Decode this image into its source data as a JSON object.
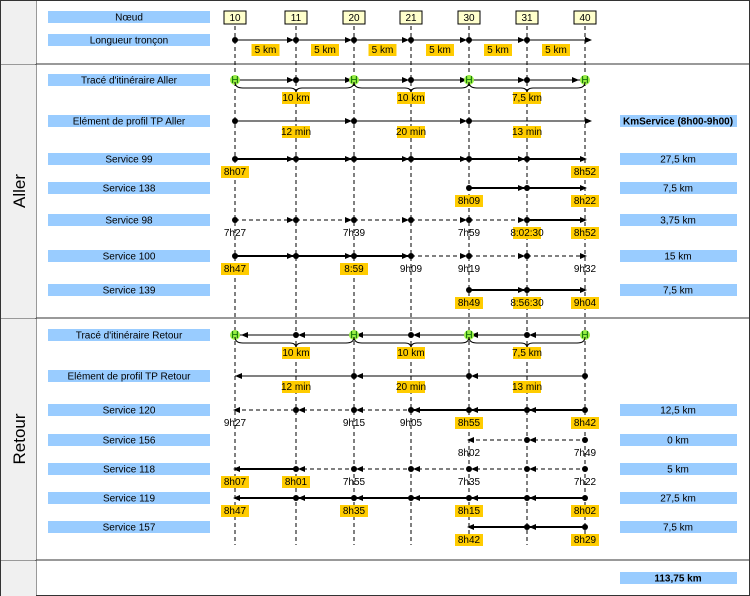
{
  "colors": {
    "label_bg": "#99ccff",
    "highlight": "#ffcc00",
    "node_bg": "#ffffcc",
    "halt": "#99ee44"
  },
  "sections": {
    "aller": "Aller",
    "retour": "Retour"
  },
  "nodes": [
    "10",
    "11",
    "20",
    "21",
    "30",
    "31",
    "40"
  ],
  "rows": {
    "noeud": "Nœud",
    "longueur": "Longueur tronçon",
    "trace_aller": "Tracé d'itinéraire Aller",
    "profil_aller": "Elément de profil TP Aller",
    "trace_retour": "Tracé d'itinéraire Retour",
    "profil_retour": "Elément de profil TP Retour"
  },
  "segment_lengths": [
    "5 km",
    "5 km",
    "5 km",
    "5 km",
    "5 km",
    "5 km"
  ],
  "halt_marker": "H",
  "trace_lengths": [
    "10 km",
    "10 km",
    "7,5 km"
  ],
  "profile_times": [
    "12 min",
    "20 min",
    "13 min"
  ],
  "km_header": "KmService (8h00-9h00)",
  "total_km": "113,75 km",
  "services_aller": [
    {
      "name": "Service 99",
      "km": "27,5 km",
      "from": 0,
      "to": 6,
      "dashed": [],
      "times": [
        [
          0,
          "8h07",
          1
        ],
        [
          6,
          "8h52",
          1
        ]
      ]
    },
    {
      "name": "Service 138",
      "km": "7,5 km",
      "from": 4,
      "to": 6,
      "dashed": [],
      "times": [
        [
          4,
          "8h09",
          1
        ],
        [
          6,
          "8h22",
          1
        ]
      ]
    },
    {
      "name": "Service 98",
      "km": "3,75 km",
      "from": 0,
      "to": 6,
      "dashed": [
        0,
        1,
        2,
        3,
        4
      ],
      "times": [
        [
          0,
          "7h27",
          0
        ],
        [
          2,
          "7h39",
          0
        ],
        [
          4,
          "7h59",
          0
        ],
        [
          5,
          "8:02:30",
          1
        ],
        [
          6,
          "8h52",
          1
        ]
      ]
    },
    {
      "name": "Service 100",
      "km": "15 km",
      "from": 0,
      "to": 6,
      "dashed": [
        3,
        4,
        5
      ],
      "times": [
        [
          0,
          "8h47",
          1
        ],
        [
          2,
          "8:59",
          1
        ],
        [
          3,
          "9h09",
          0
        ],
        [
          4,
          "9h19",
          0
        ],
        [
          6,
          "9h32",
          0
        ]
      ]
    },
    {
      "name": "Service 139",
      "km": "7,5 km",
      "from": 4,
      "to": 6,
      "dashed": [],
      "times": [
        [
          4,
          "8h49",
          1
        ],
        [
          5,
          "8:56:30",
          1
        ],
        [
          6,
          "9h04",
          1
        ]
      ]
    }
  ],
  "services_retour": [
    {
      "name": "Service 120",
      "km": "12,5 km",
      "from": 0,
      "to": 6,
      "dashed": [
        0,
        1,
        2
      ],
      "times": [
        [
          0,
          "9h27",
          0
        ],
        [
          2,
          "9h15",
          0
        ],
        [
          3,
          "9h05",
          0
        ],
        [
          4,
          "8h55",
          1
        ],
        [
          6,
          "8h42",
          1
        ]
      ]
    },
    {
      "name": "Service 156",
      "km": "0 km",
      "from": 4,
      "to": 6,
      "dashed": [
        4,
        5
      ],
      "times": [
        [
          4,
          "8h02",
          0
        ],
        [
          6,
          "7h49",
          0
        ]
      ]
    },
    {
      "name": "Service 118",
      "km": "5 km",
      "from": 0,
      "to": 6,
      "dashed": [
        1,
        2,
        3,
        4,
        5
      ],
      "times": [
        [
          0,
          "8h07",
          1
        ],
        [
          1,
          "8h01",
          1
        ],
        [
          2,
          "7h55",
          0
        ],
        [
          4,
          "7h35",
          0
        ],
        [
          6,
          "7h22",
          0
        ]
      ]
    },
    {
      "name": "Service 119",
      "km": "27,5 km",
      "from": 0,
      "to": 6,
      "dashed": [],
      "times": [
        [
          0,
          "8h47",
          1
        ],
        [
          2,
          "8h35",
          1
        ],
        [
          4,
          "8h15",
          1
        ],
        [
          6,
          "8h02",
          1
        ]
      ]
    },
    {
      "name": "Service 157",
      "km": "7,5 km",
      "from": 4,
      "to": 6,
      "dashed": [],
      "times": [
        [
          4,
          "8h42",
          1
        ],
        [
          6,
          "8h29",
          1
        ]
      ]
    }
  ]
}
